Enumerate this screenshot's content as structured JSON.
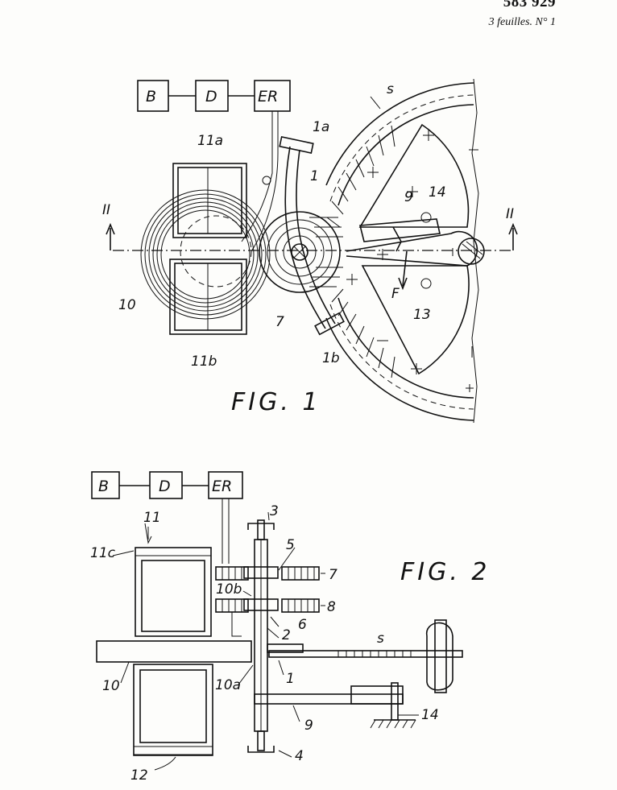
{
  "header": {
    "patent_number": "583 929",
    "sheet_info": "3 feuilles.  N° 1"
  },
  "figure1": {
    "caption": "FIG. 1",
    "blocks": [
      "B",
      "D",
      "ER"
    ],
    "section_mark": "II",
    "labels": {
      "l1a": "1a",
      "l1": "1",
      "l1b": "1b",
      "l11a": "11a",
      "l11b": "11b",
      "l10": "10",
      "l7": "7",
      "l9": "9",
      "l14": "14",
      "l13": "13",
      "lF": "F",
      "ls": "s"
    }
  },
  "figure2": {
    "caption": "FIG. 2",
    "blocks": [
      "B",
      "D",
      "ER"
    ],
    "labels": {
      "l3": "3",
      "l5": "5",
      "l7": "7",
      "l8": "8",
      "l6": "6",
      "l11": "11",
      "l11c": "11c",
      "l10b": "10b",
      "l2": "2",
      "l1": "1",
      "l10": "10",
      "l10a": "10a",
      "l9": "9",
      "l14": "14",
      "l4": "4",
      "l12": "12",
      "ls": "s"
    }
  }
}
